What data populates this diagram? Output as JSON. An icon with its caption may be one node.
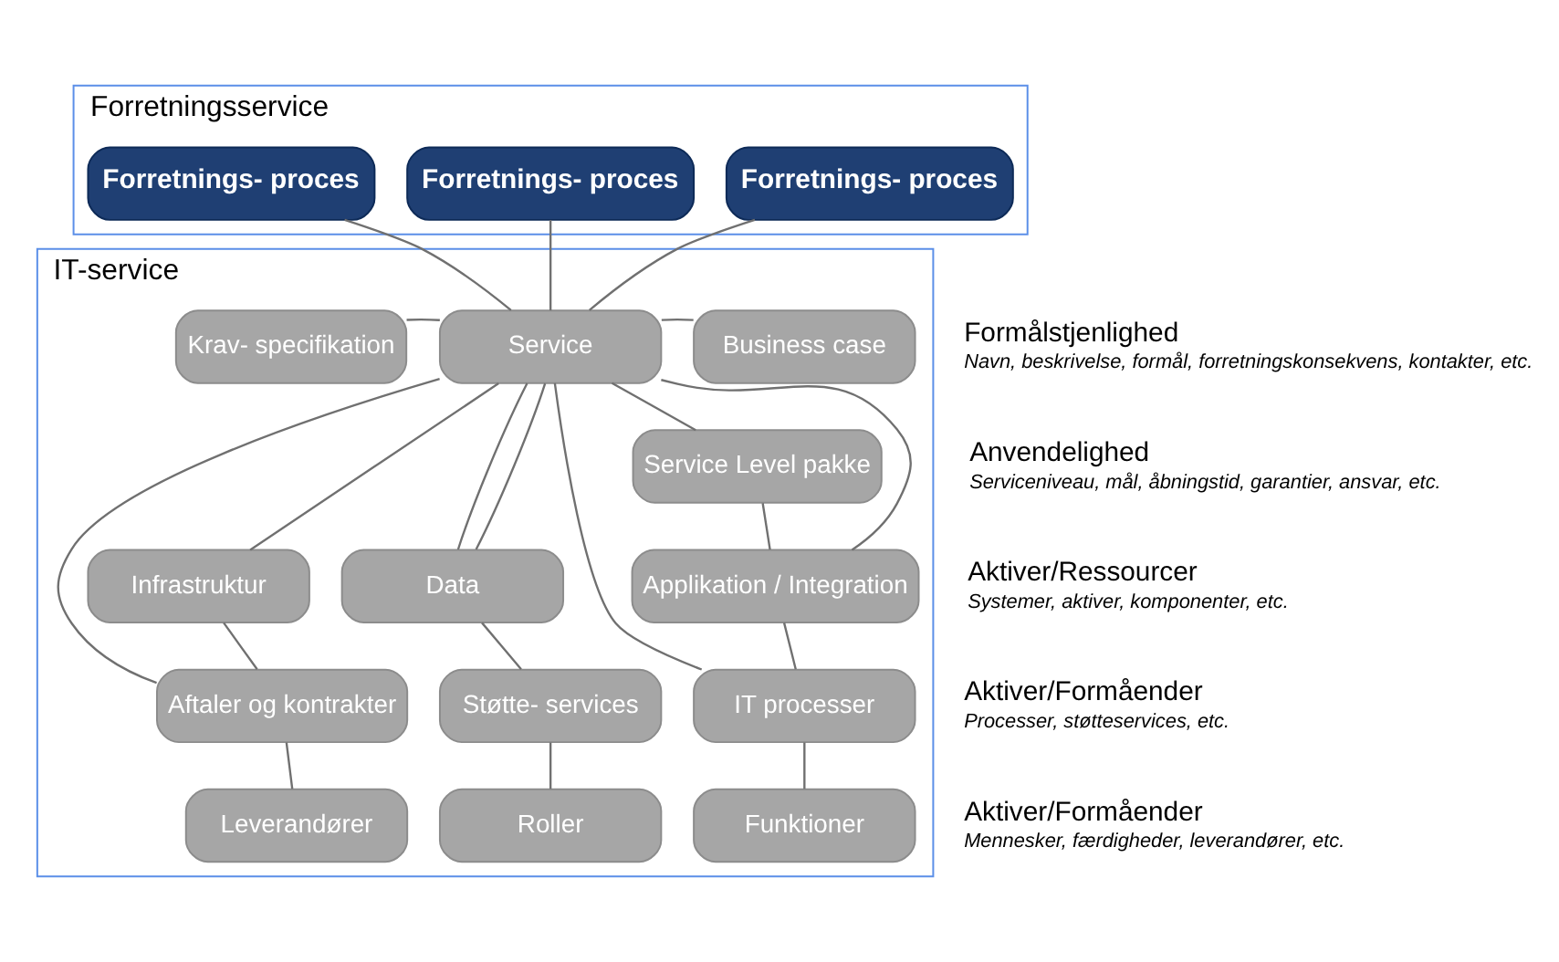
{
  "diagram": {
    "nodes": [
      {
        "text": [
          "Forretningsservice"
        ]
      },
      {
        "text": [
          "Forretnings- proces"
        ],
        "in": 0
      },
      {
        "text": [
          "Forretnings- proces"
        ],
        "in": 0
      },
      {
        "text": [
          "Forretnings- proces"
        ],
        "in": 0
      },
      {
        "text": [
          "IT-service"
        ]
      },
      {
        "text": [
          "Formålstjenlighed",
          "Navn, beskrivelse, formål, forretningskonsekvens, kontakter, etc."
        ]
      },
      {
        "text": [
          "Krav- specifikation"
        ],
        "in": 4
      },
      {
        "text": [
          "Service"
        ],
        "in": 4
      },
      {
        "text": [
          "Business case"
        ],
        "in": 4
      },
      {
        "text": [
          "Anvendelighed",
          "Serviceniveau, mål, åbningstid, garantier, ansvar, etc."
        ]
      },
      {
        "text": [
          "Service Level pakke"
        ],
        "in": 4
      },
      {
        "text": [
          "Aktiver/Ressourcer",
          "Systemer, aktiver, komponenter, etc."
        ]
      },
      {
        "text": [
          "Infrastruktur"
        ],
        "in": 4
      },
      {
        "text": [
          "Data"
        ],
        "in": 4
      },
      {
        "text": [
          "Applikation / Integration"
        ],
        "in": 4
      },
      {
        "text": [
          "Aktiver/Formåender",
          "Processer, støtteservices, etc."
        ]
      },
      {
        "text": [
          "Aftaler og kontrakter"
        ],
        "in": 4
      },
      {
        "text": [
          "Støtte- services"
        ],
        "in": 4
      },
      {
        "text": [
          "IT processer"
        ],
        "in": 4
      },
      {
        "text": [
          "Aktiver/Formåender",
          "Mennesker, færdigheder, leverandører, etc."
        ]
      },
      {
        "text": [
          "Leverandører"
        ],
        "in": 4
      },
      {
        "text": [
          "Roller"
        ],
        "in": 4
      },
      {
        "text": [
          "Funktioner"
        ],
        "in": 4
      }
    ],
    "edges": [
      {
        "from": 1,
        "to": 7,
        "arrow": "none"
      },
      {
        "from": 2,
        "to": 7,
        "arrow": "none"
      },
      {
        "from": 3,
        "to": 7,
        "arrow": "none"
      },
      {
        "from": 6,
        "to": 7,
        "arrow": "none"
      },
      {
        "from": 7,
        "to": 8,
        "arrow": "none"
      },
      {
        "from": 7,
        "to": 10,
        "arrow": "none"
      },
      {
        "from": 7,
        "to": 12,
        "arrow": "none"
      },
      {
        "from": 7,
        "to": 16,
        "arrow": "none"
      },
      {
        "from": 7,
        "to": 13,
        "arrow": "none"
      },
      {
        "from": 7,
        "to": 13,
        "arrow": "none"
      },
      {
        "from": 7,
        "to": 18,
        "arrow": "none"
      },
      {
        "from": 7,
        "to": 14,
        "arrow": "none"
      },
      {
        "from": 10,
        "to": 14,
        "arrow": "none"
      },
      {
        "from": 12,
        "to": 16,
        "arrow": "none"
      },
      {
        "from": 13,
        "to": 17,
        "arrow": "none"
      },
      {
        "from": 14,
        "to": 18,
        "arrow": "none"
      },
      {
        "from": 16,
        "to": 20,
        "arrow": "none"
      },
      {
        "from": 17,
        "to": 21,
        "arrow": "none"
      },
      {
        "from": 18,
        "to": 22,
        "arrow": "none"
      }
    ]
  }
}
